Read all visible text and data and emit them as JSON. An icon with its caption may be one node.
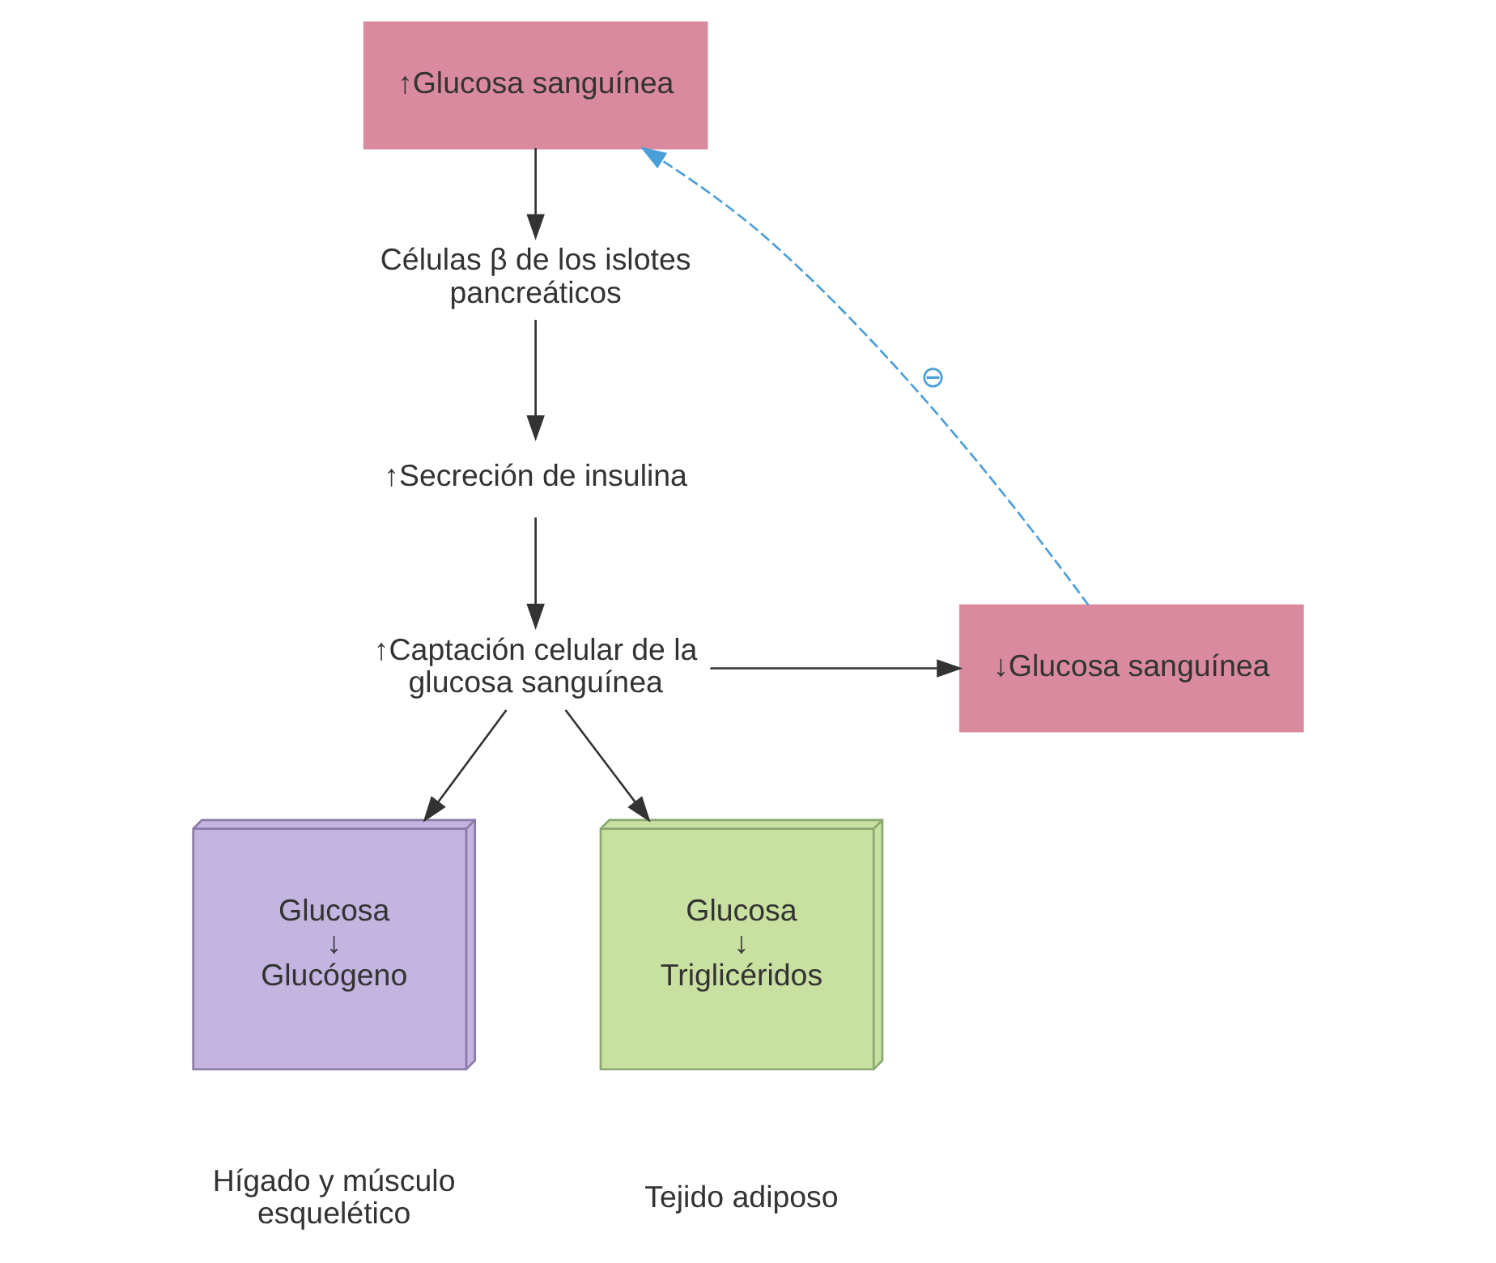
{
  "diagram": {
    "nodes": [
      {
        "text": [
          "↑Glucosa sanguínea"
        ]
      },
      {
        "text": [
          "Células β de los islotes pancreáticos"
        ]
      },
      {
        "text": [
          "↑Secreción de insulina"
        ]
      },
      {
        "text": [
          "↑Captación celular de la glucosa sanguínea"
        ]
      },
      {
        "text": [
          "↓Glucosa sanguínea"
        ]
      },
      {
        "text": [
          "Glucosa",
          "↓",
          "Glucógeno"
        ],
        "beside": [
          "Hígado y músculo esquelético"
        ]
      },
      {
        "text": [
          "Glucosa",
          "↓",
          "Triglicéridos"
        ],
        "beside": [
          "Tejido adiposo"
        ]
      }
    ],
    "edges": [
      {
        "from": 0,
        "to": 1,
        "arrow": "to"
      },
      {
        "from": 1,
        "to": 2,
        "arrow": "to"
      },
      {
        "from": 2,
        "to": 3,
        "arrow": "to"
      },
      {
        "from": 3,
        "to": 4,
        "arrow": "to"
      },
      {
        "from": 3,
        "to": 5,
        "arrow": "to"
      },
      {
        "from": 3,
        "to": 6,
        "arrow": "to"
      },
      {
        "from": 4,
        "to": 0,
        "arrow": "to",
        "label": "⊖",
        "style": "dashed",
        "color": "#4a9fd8"
      }
    ]
  }
}
